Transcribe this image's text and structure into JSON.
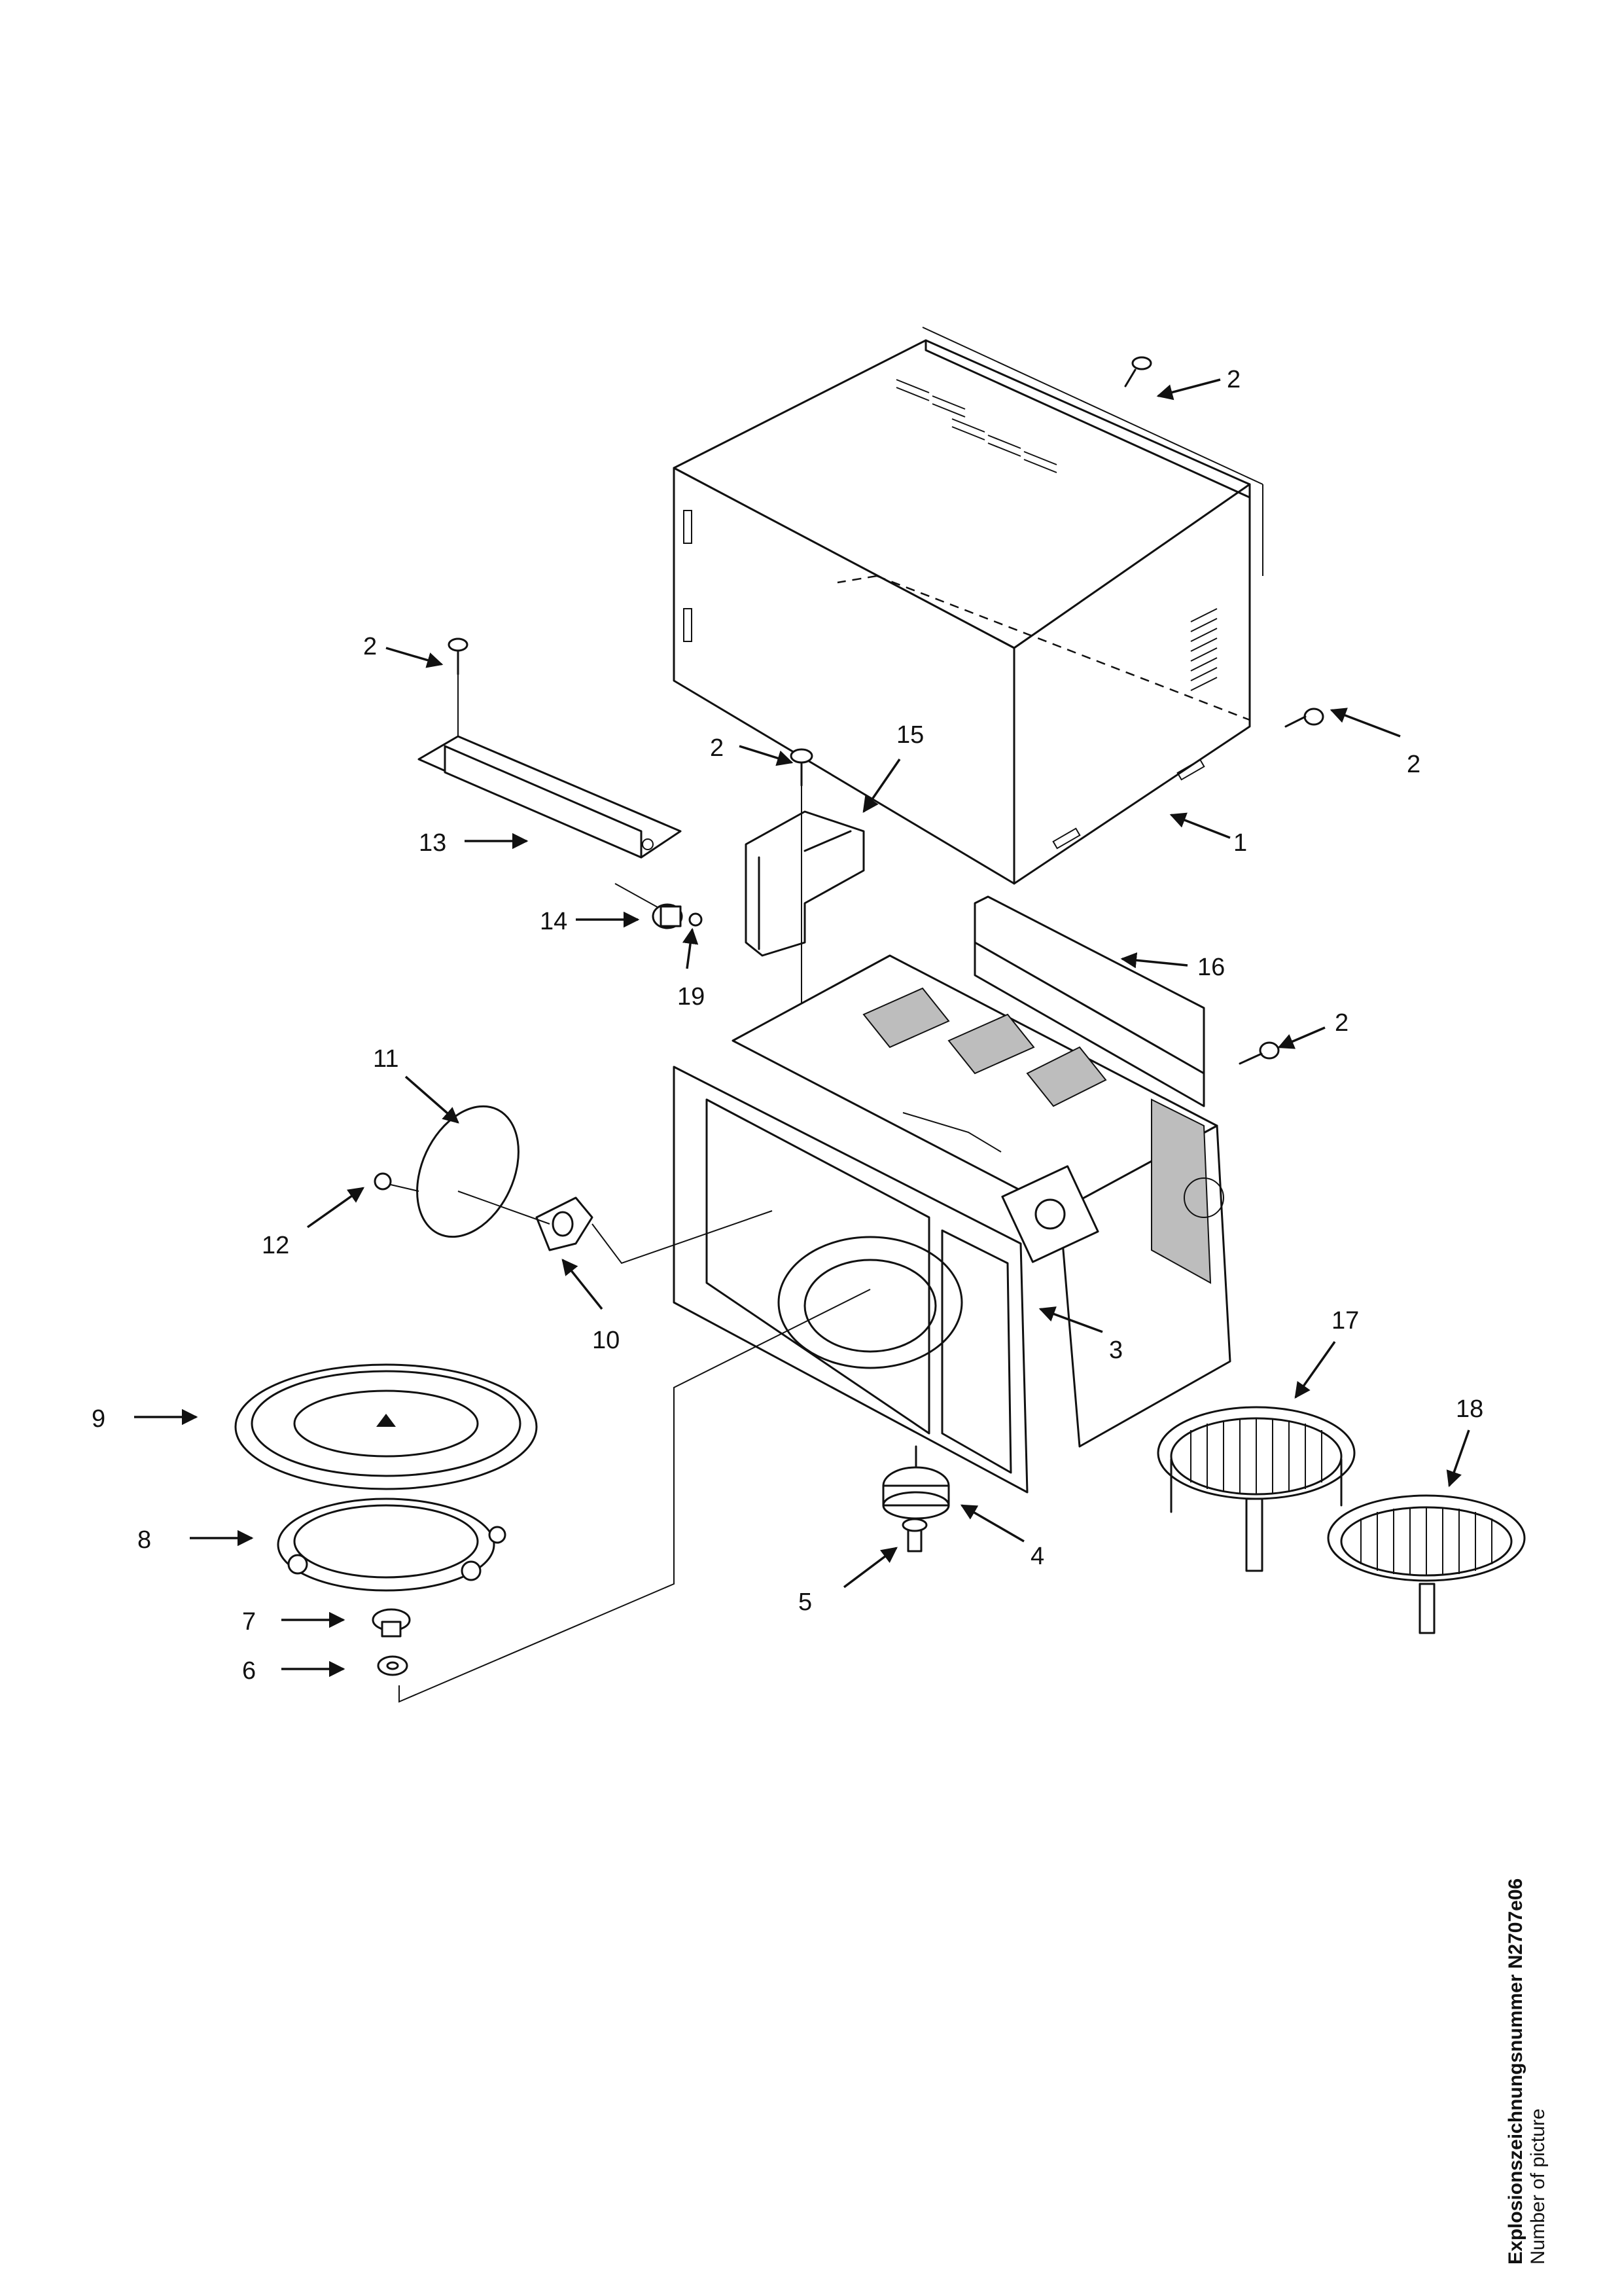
{
  "callouts": {
    "c1": "1",
    "c2a": "2",
    "c2b": "2",
    "c2c": "2",
    "c2d": "2",
    "c2e": "2",
    "c3": "3",
    "c4": "4",
    "c5": "5",
    "c6": "6",
    "c7": "7",
    "c8": "8",
    "c9": "9",
    "c10": "10",
    "c11": "11",
    "c12": "12",
    "c13": "13",
    "c14": "14",
    "c15": "15",
    "c16": "16",
    "c17": "17",
    "c18": "18",
    "c19": "19"
  },
  "caption": {
    "line1": "Explosionszeichnungsnummer N2707e06",
    "line2": "Number of picture"
  }
}
